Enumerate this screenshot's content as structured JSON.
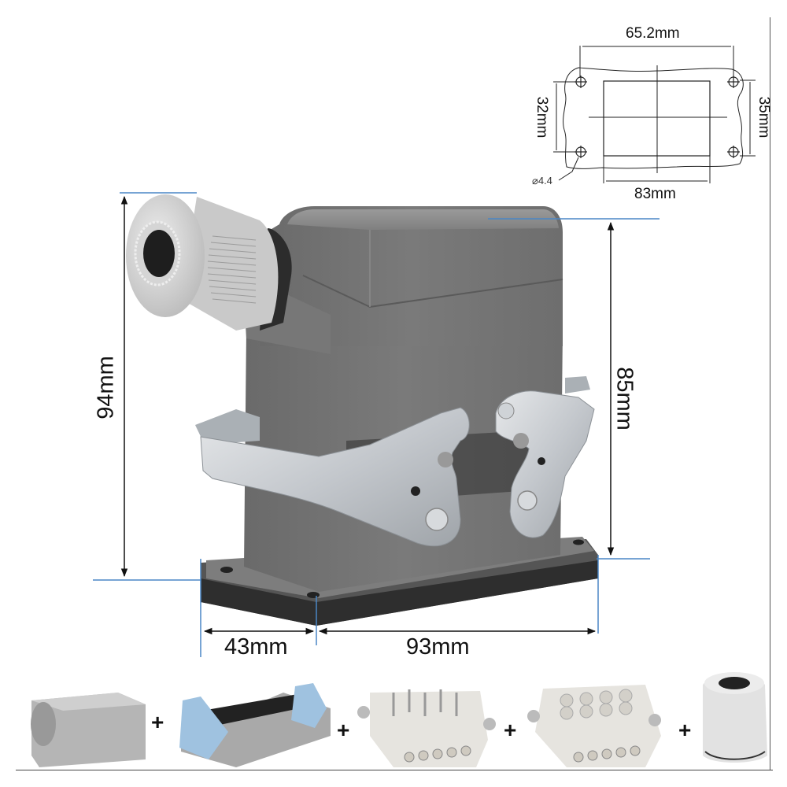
{
  "footprint_drawing": {
    "hole_spacing_horizontal": "65.2mm",
    "hole_spacing_vertical": "32mm",
    "outer_height": "35mm",
    "hole_diameter": "⌀4.4",
    "cutout_width": "83mm"
  },
  "main_product": {
    "name": "heavy-duty rectangular connector housing with cable gland and locking levers",
    "dimensions": {
      "total_height": "94mm",
      "housing_height": "85mm",
      "base_depth": "43mm",
      "base_width": "93mm"
    },
    "colors": {
      "housing_gray": "#6f6f6f",
      "housing_top": "#8a8a8a",
      "gland_white": "#d8d8d8",
      "lever_metal": "#c9cdd2",
      "base_dark": "#3d3d3d",
      "dimension_line_blue": "#4a86c5",
      "dimension_line_black": "#111111"
    }
  },
  "components_row": {
    "items": [
      {
        "name": "hood"
      },
      {
        "name": "base-with-levers"
      },
      {
        "name": "male-insert"
      },
      {
        "name": "female-insert"
      },
      {
        "name": "cable-gland"
      }
    ],
    "separator": "+"
  }
}
